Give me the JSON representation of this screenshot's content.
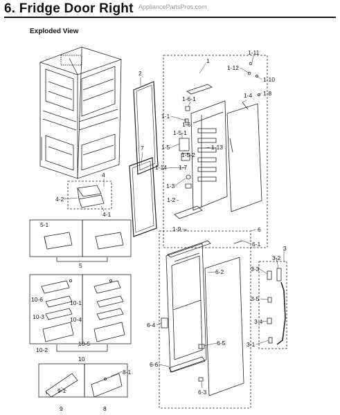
{
  "page_title": "6.  Fridge Door Right",
  "watermark": "AppliancePartsPros.com",
  "section_title": "Exploded View",
  "callouts": {
    "c1": "1",
    "c1_11": "1-11",
    "c1_12": "1-12",
    "c1_10": "1-10",
    "c1_8": "1-8",
    "c1_4": "1-4",
    "c1_6_1": "1-6-1",
    "c1_1": "1-1",
    "c1_6": "1-6",
    "c1_5_1": "1-5-1",
    "c1_5": "1-5",
    "c1_5_2": "1-5-2",
    "c1_13": "1-13",
    "c1_14": "1-14",
    "c1_7": "1-7",
    "c1_3": "1-3",
    "c1_2": "1-2",
    "c1_9": "1-9",
    "c2": "2",
    "c7": "7",
    "c4": "4",
    "c4_2": "4-2",
    "c4_1": "4-1",
    "c5_1": "5-1",
    "c5": "5",
    "c10_6": "10-6",
    "c10_1": "10-1",
    "c10_3": "10-3",
    "c10_4": "10-4",
    "c10_5": "10-5",
    "c10_2": "10-2",
    "c10": "10",
    "c9_1": "9-1",
    "c9": "9",
    "c8_1": "8-1",
    "c8": "8",
    "c6": "6",
    "c6_1": "6-1",
    "c6_2": "6-2",
    "c6_4": "6-4",
    "c6_5": "6-5",
    "c6_6": "6-6",
    "c6_3": "6-3",
    "c3": "3",
    "c3_2": "3-2",
    "c3_3": "3-3",
    "c3_5": "3-5",
    "c3_4": "3-4",
    "c3_1": "3-1"
  }
}
